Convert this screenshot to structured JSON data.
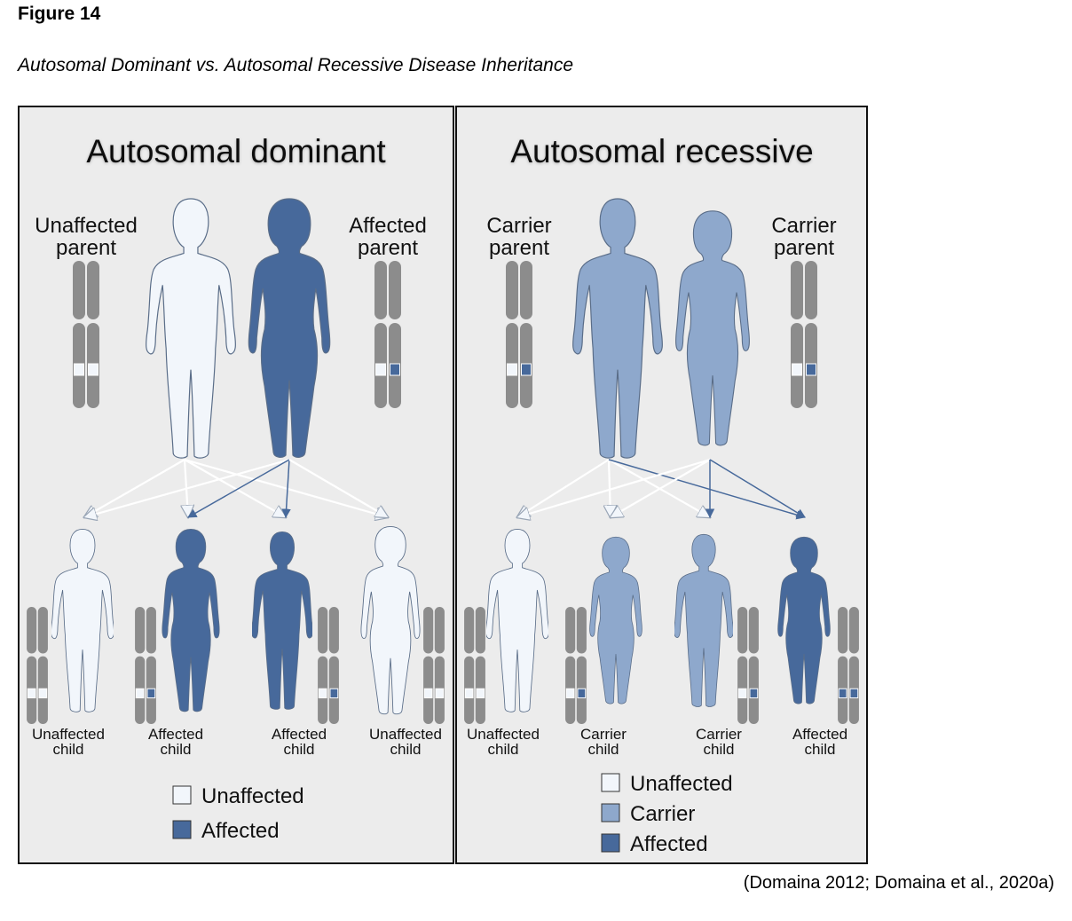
{
  "figure_label": "Figure 14",
  "figure_title": "Autosomal Dominant vs. Autosomal Recessive Disease Inheritance",
  "citation": "(Domaina 2012; Domaina et al., 2020a)",
  "colors": {
    "unaffected": "#f2f6fb",
    "carrier": "#8ea8cc",
    "affected": "#47699b",
    "panel_bg": "#ececec",
    "chromosome": "#8c8c8c"
  },
  "panels": [
    {
      "title": "Autosomal dominant",
      "parents": [
        {
          "label_lines": [
            "Unaffected",
            "parent"
          ],
          "status": "unaffected",
          "sex": "male",
          "alleles": [
            "unaffected",
            "unaffected"
          ]
        },
        {
          "label_lines": [
            "Affected",
            "parent"
          ],
          "status": "affected",
          "sex": "female",
          "alleles": [
            "unaffected",
            "affected"
          ]
        }
      ],
      "children": [
        {
          "label_lines": [
            "Unaffected",
            "child"
          ],
          "status": "unaffected",
          "sex": "male",
          "alleles": [
            "unaffected",
            "unaffected"
          ]
        },
        {
          "label_lines": [
            "Affected",
            "child"
          ],
          "status": "affected",
          "sex": "female",
          "alleles": [
            "unaffected",
            "affected"
          ]
        },
        {
          "label_lines": [
            "Affected",
            "child"
          ],
          "status": "affected",
          "sex": "male",
          "alleles": [
            "unaffected",
            "affected"
          ]
        },
        {
          "label_lines": [
            "Unaffected",
            "child"
          ],
          "status": "unaffected",
          "sex": "female",
          "alleles": [
            "unaffected",
            "unaffected"
          ]
        }
      ],
      "legend": [
        {
          "label": "Unaffected",
          "status": "unaffected"
        },
        {
          "label": "Affected",
          "status": "affected"
        }
      ]
    },
    {
      "title": "Autosomal recessive",
      "parents": [
        {
          "label_lines": [
            "Carrier",
            "parent"
          ],
          "status": "carrier",
          "sex": "male",
          "alleles": [
            "unaffected",
            "affected"
          ]
        },
        {
          "label_lines": [
            "Carrier",
            "parent"
          ],
          "status": "carrier",
          "sex": "female",
          "alleles": [
            "unaffected",
            "affected"
          ]
        }
      ],
      "children": [
        {
          "label_lines": [
            "Unaffected",
            "child"
          ],
          "status": "unaffected",
          "sex": "male",
          "alleles": [
            "unaffected",
            "unaffected"
          ]
        },
        {
          "label_lines": [
            "Carrier",
            "child"
          ],
          "status": "carrier",
          "sex": "female",
          "alleles": [
            "unaffected",
            "affected"
          ]
        },
        {
          "label_lines": [
            "Carrier",
            "child"
          ],
          "status": "carrier",
          "sex": "male",
          "alleles": [
            "unaffected",
            "affected"
          ]
        },
        {
          "label_lines": [
            "Affected",
            "child"
          ],
          "status": "affected",
          "sex": "female",
          "alleles": [
            "affected",
            "affected"
          ]
        }
      ],
      "legend": [
        {
          "label": "Unaffected",
          "status": "unaffected"
        },
        {
          "label": "Carrier",
          "status": "carrier"
        },
        {
          "label": "Affected",
          "status": "affected"
        }
      ]
    }
  ]
}
